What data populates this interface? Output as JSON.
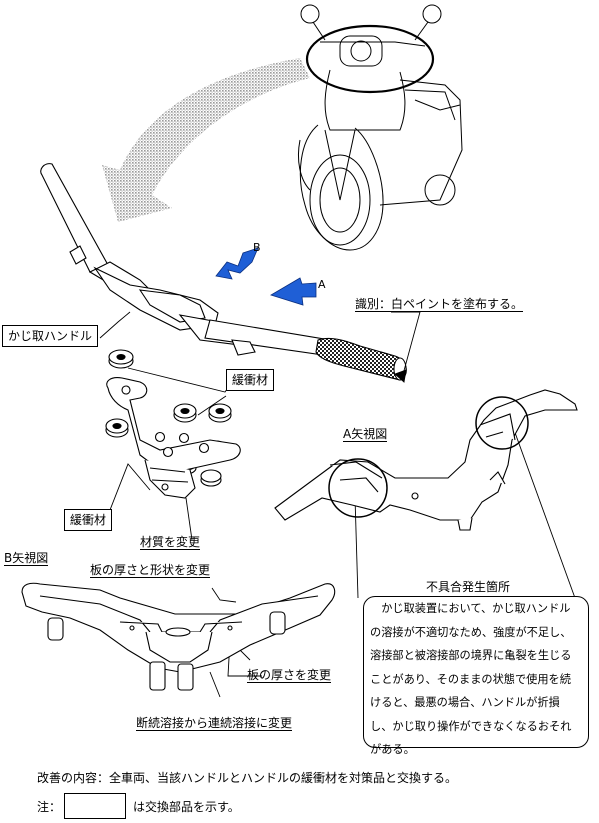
{
  "labels": {
    "arrow_b": "B",
    "arrow_a": "A",
    "identification": "識別：白ペイントを塗布する。",
    "handlebar": "かじ取ハンドル",
    "cushion_top": "緩衝材",
    "cushion_left": "緩衝材",
    "material_change": "材質を変更",
    "view_a": "A矢視図",
    "view_b": "B矢視図",
    "thickness_shape": "板の厚さと形状を変更",
    "thickness": "板の厚さを変更",
    "welding": "断続溶接から連続溶接に変更",
    "defect_title": "不具合発生箇所"
  },
  "defect_lines": [
    "　かじ取装置において、かじ取ハンドル",
    "の溶接が不適切なため、強度が不足し、",
    "溶接部と被溶接部の境界に亀裂を生じる",
    "ことがあり、そのままの状態で使用を続",
    "けると、最悪の場合、ハンドルが折損",
    "し、かじ取り操作ができなくなるおそれ",
    "がある。"
  ],
  "improvement": "改善の内容：全車両、当該ハンドルとハンドルの緩衝材を対策品と交換する。",
  "legend": {
    "prefix": "注：",
    "suffix": "は交換部品を示す。"
  },
  "colors": {
    "arrow_blue": "#1f5fd6",
    "gray_arrow": "#c8c8c8",
    "line": "#000000"
  }
}
